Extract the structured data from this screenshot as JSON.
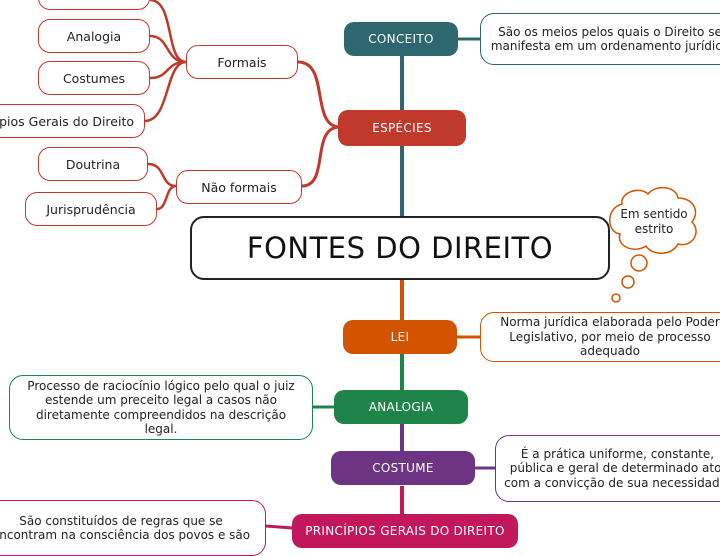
{
  "central": {
    "title": "FONTES DO DIREITO"
  },
  "branches": {
    "conceito": {
      "label": "CONCEITO",
      "color": "#2f6770",
      "note": "São os meios pelos quais o Direito se manifesta em um ordenamento jurídico"
    },
    "especies": {
      "label": "ESPÉCIES",
      "color": "#c0392b",
      "formais": {
        "label": "Formais",
        "children": [
          "Analogia",
          "Costumes",
          "Princípios Gerais do Direito"
        ]
      },
      "nao_formais": {
        "label": "Não formais",
        "children": [
          "Doutrina",
          "Jurisprudência"
        ]
      }
    },
    "lei": {
      "label": "LEI",
      "color": "#d35400",
      "note": "Norma jurídica elaborada pelo Poder Legislativo, por meio de processo adequado",
      "thought": "Em sentido estrito"
    },
    "analogia": {
      "label": "ANALOGIA",
      "color": "#1e8449",
      "note": "Processo de raciocínio lógico pelo qual o juiz estende um preceito legal a casos não diretamente compreendidos na descrição legal."
    },
    "costume": {
      "label": "COSTUME",
      "color": "#6c3483",
      "note": "É a prática uniforme, constante, pública e geral de determinado ato, com a convicção de sua necessidade."
    },
    "principios": {
      "label": "PRINCÍPIOS GERAIS DO DIREITO",
      "color": "#c2185b",
      "note": "São constituídos de regras que se encontram na consciência dos povos e são"
    }
  }
}
